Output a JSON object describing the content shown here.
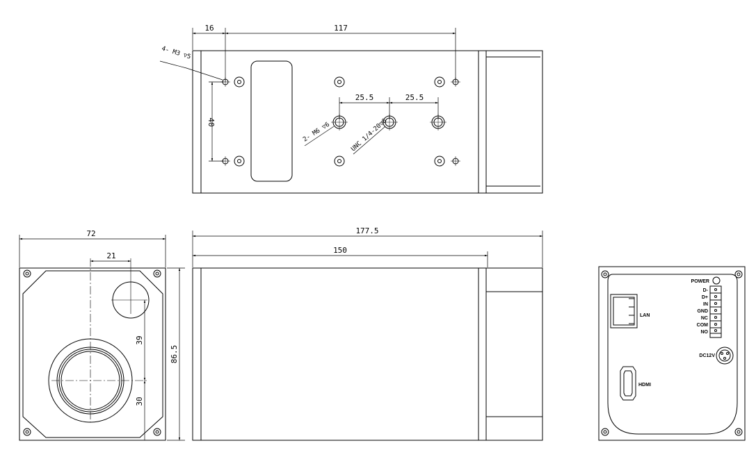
{
  "top_view": {
    "dims": {
      "d16": "16",
      "d117": "117",
      "d40": "40",
      "d25a": "25.5",
      "d25b": "25.5"
    },
    "notes": {
      "m3_holes": "4- M3 ▽5",
      "m6_holes": "2- M6 ▽6",
      "unc_hole": "UNC 1/4-20▽6"
    }
  },
  "front_view": {
    "dims": {
      "d72": "72",
      "d21": "21",
      "d39": "39",
      "d30": "30",
      "d86": "86.5"
    }
  },
  "side_view": {
    "dims": {
      "d177": "177.5",
      "d150": "150"
    }
  },
  "rear_panel": {
    "labels": {
      "power": "POWER",
      "lan": "LAN",
      "hdmi": "HDMI",
      "dc12v": "DC12V",
      "terminals": [
        "D-",
        "D+",
        "IN",
        "GND",
        "NC",
        "COM",
        "NO"
      ]
    }
  }
}
